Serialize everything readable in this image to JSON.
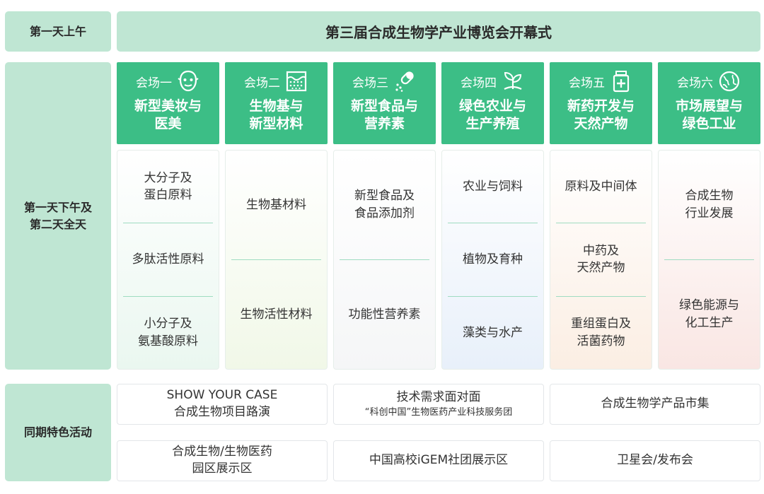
{
  "rows": {
    "morning": "第一天上午",
    "afternoon": [
      "第一天下午及",
      "第二天全天"
    ],
    "activities": "同期特色活动"
  },
  "opening": "第三届合成生物学产业博览会开幕式",
  "venues": [
    {
      "num": "会场一",
      "icon": "face-mask-icon",
      "theme": [
        "新型美妆与",
        "医美"
      ],
      "topics": [
        [
          "大分子及",
          "蛋白原料"
        ],
        [
          "多肽活性原料"
        ],
        [
          "小分子及",
          "氨基酸原料"
        ]
      ],
      "bg": "#eaf7f0"
    },
    {
      "num": "会场二",
      "icon": "material-tank-icon",
      "theme": [
        "生物基与",
        "新型材料"
      ],
      "topics": [
        [
          "生物基材料"
        ],
        [
          "生物活性材料"
        ]
      ],
      "bg": "#f1f8e8"
    },
    {
      "num": "会场三",
      "icon": "capsule-icon",
      "theme": [
        "新型食品与",
        "营养素"
      ],
      "topics": [
        [
          "新型食品及",
          "食品添加剂"
        ],
        [
          "功能性营养素"
        ]
      ],
      "bg": "#f5f6f7"
    },
    {
      "num": "会场四",
      "icon": "sprout-icon",
      "theme": [
        "绿色农业与",
        "生产养殖"
      ],
      "topics": [
        [
          "农业与饲料"
        ],
        [
          "植物及育种"
        ],
        [
          "藻类与水产"
        ]
      ],
      "bg": "#e8f0fa"
    },
    {
      "num": "会场五",
      "icon": "medicine-bottle-icon",
      "theme": [
        "新药开发与",
        "天然产物"
      ],
      "topics": [
        [
          "原料及中间体"
        ],
        [
          "中药及",
          "天然产物"
        ],
        [
          "重组蛋白及",
          "活菌药物"
        ]
      ],
      "bg": "#fbeee3"
    },
    {
      "num": "会场六",
      "icon": "globe-leaf-icon",
      "theme": [
        "市场展望与",
        "绿色工业"
      ],
      "topics": [
        [
          "合成生物",
          "行业发展"
        ],
        [
          "绿色能源与",
          "化工生产"
        ]
      ],
      "bg": "#f9e6e3"
    }
  ],
  "activities": [
    [
      "SHOW YOUR CASE",
      "合成生物项目路演"
    ],
    [
      "技术需求面对面",
      "“科创中国”生物医药产业科技服务团"
    ],
    [
      "合成生物学产品市集"
    ],
    [
      "合成生物/生物医药",
      "园区展示区"
    ],
    [
      "中国高校iGEM社团展示区"
    ],
    [
      "卫星会/发布会"
    ]
  ]
}
